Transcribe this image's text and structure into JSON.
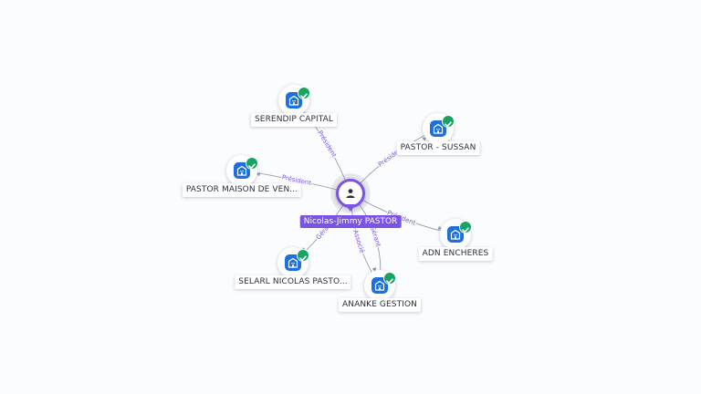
{
  "center": {
    "name": "Nicolas-Jimmy PASTOR",
    "icon": "person-icon",
    "color": "#7b54e5"
  },
  "companies": [
    {
      "name": "SERENDIP CAPITAL",
      "icon": "building-icon",
      "verified": true
    },
    {
      "name": "PASTOR - SUSSAN",
      "icon": "building-icon",
      "verified": true
    },
    {
      "name": "PASTOR MAISON DE VEN...",
      "icon": "building-icon",
      "verified": true
    },
    {
      "name": "ADN ENCHERES",
      "icon": "building-icon",
      "verified": true
    },
    {
      "name": "SELARL NICOLAS PASTO...",
      "icon": "building-icon",
      "verified": true
    },
    {
      "name": "ANANKE GESTION",
      "icon": "building-icon",
      "verified": true
    }
  ],
  "edges": [
    {
      "to": "SERENDIP CAPITAL",
      "label": "Président"
    },
    {
      "to": "PASTOR - SUSSAN",
      "label": "Président"
    },
    {
      "to": "PASTOR MAISON DE VEN...",
      "label": "Président"
    },
    {
      "to": "ADN ENCHERES",
      "label": "Président"
    },
    {
      "to": "SELARL NICOLAS PASTO...",
      "label": "Gérant"
    },
    {
      "to": "ANANKE GESTION",
      "label": "Gérant"
    },
    {
      "to": "ANANKE GESTION",
      "label": "Associé"
    }
  ],
  "colors": {
    "edge": "#8e93a8",
    "edge_label": "#7b54e5",
    "company": "#1c6fe0",
    "verified": "#17a463"
  }
}
